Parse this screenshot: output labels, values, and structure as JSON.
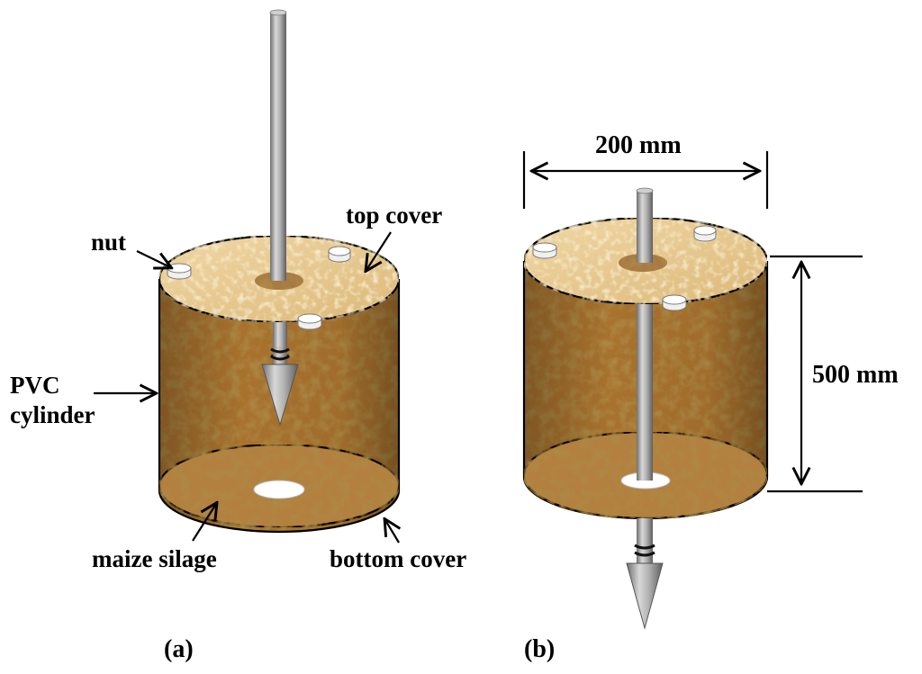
{
  "labels": {
    "nut": "nut",
    "top_cover": "top cover",
    "pvc_line1": "PVC",
    "pvc_line2": "cylinder",
    "maize_silage": "maize silage",
    "bottom_cover": "bottom cover",
    "panel_a": "(a)",
    "panel_b": "(b)",
    "width_dim": "200 mm",
    "height_dim": "500 mm"
  },
  "colors": {
    "silage_dark": "#8a5a1c",
    "silage_mid": "#b07a35",
    "silage_light": "#d2a45e",
    "cover_wood": "#e8c98e",
    "rod": "#9a9a9a",
    "outline": "#000000"
  }
}
